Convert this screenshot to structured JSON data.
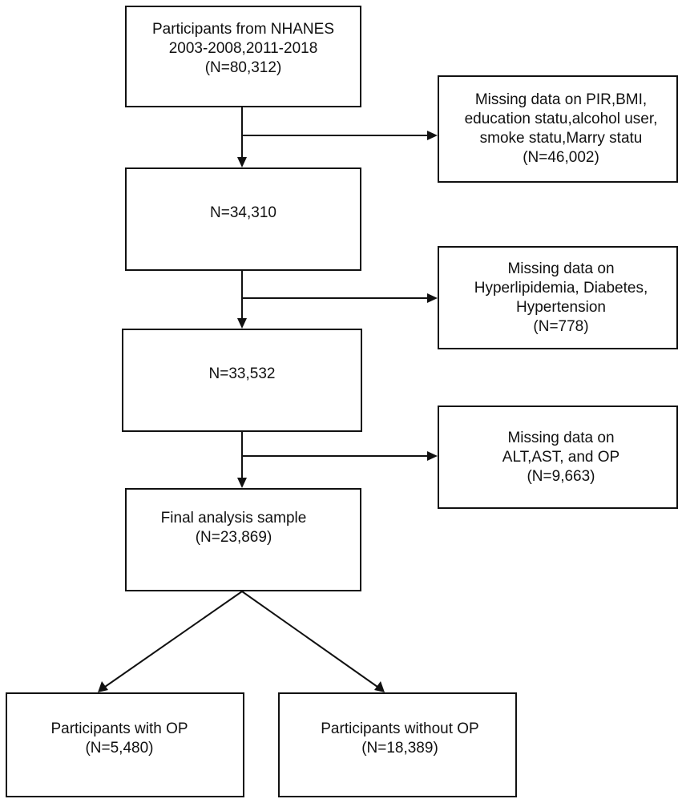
{
  "flowchart": {
    "start": {
      "lines": [
        "Participants from NHANES",
        "2003-2008,2011-2018",
        "(N=80,312)"
      ]
    },
    "step1": {
      "lines": [
        "N=34,310"
      ]
    },
    "step2": {
      "lines": [
        "N=33,532"
      ]
    },
    "final": {
      "lines": [
        "Final analysis sample",
        "(N=23,869)"
      ]
    },
    "exclusion1": {
      "lines": [
        "Missing data on PIR,BMI,",
        "education statu,alcohol user,",
        "smoke statu,Marry statu",
        "(N=46,002)"
      ]
    },
    "exclusion2": {
      "lines": [
        "Missing data on",
        "Hyperlipidemia, Diabetes,",
        "Hypertension",
        "(N=778)"
      ]
    },
    "exclusion3": {
      "lines": [
        "Missing data on",
        "ALT,AST, and OP",
        "(N=9,663)"
      ]
    },
    "with_op": {
      "lines": [
        "Participants with OP",
        "(N=5,480)"
      ]
    },
    "without_op": {
      "lines": [
        "Participants without OP",
        "(N=18,389)"
      ]
    }
  }
}
